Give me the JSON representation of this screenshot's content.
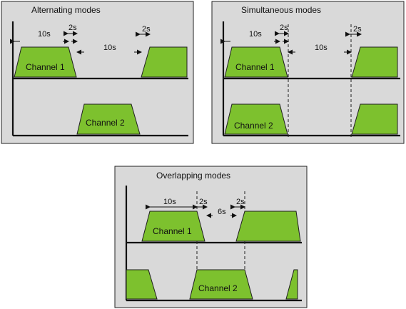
{
  "panels": {
    "alternating": {
      "title": "Alternating modes",
      "ch1": "Channel 1",
      "ch2": "Channel 2",
      "t_on": "10s",
      "t_ramp_a": "2s",
      "t_gap": "10s",
      "t_ramp_b": "2s"
    },
    "simultaneous": {
      "title": "Simultaneous modes",
      "ch1": "Channel 1",
      "ch2": "Channel 2",
      "t_on": "10s",
      "t_ramp_a": "2s",
      "t_gap": "10s",
      "t_ramp_b": "2s"
    },
    "overlapping": {
      "title": "Overlapping modes",
      "ch1": "Channel 1",
      "ch2": "Channel 2",
      "t_on": "10s",
      "t_ramp_a": "2s",
      "t_gap": "6s",
      "t_ramp_b": "2s"
    }
  },
  "colors": {
    "panel_bg": "#d9d9d9",
    "pulse_fill": "#7dc12e",
    "axis": "#111111"
  }
}
